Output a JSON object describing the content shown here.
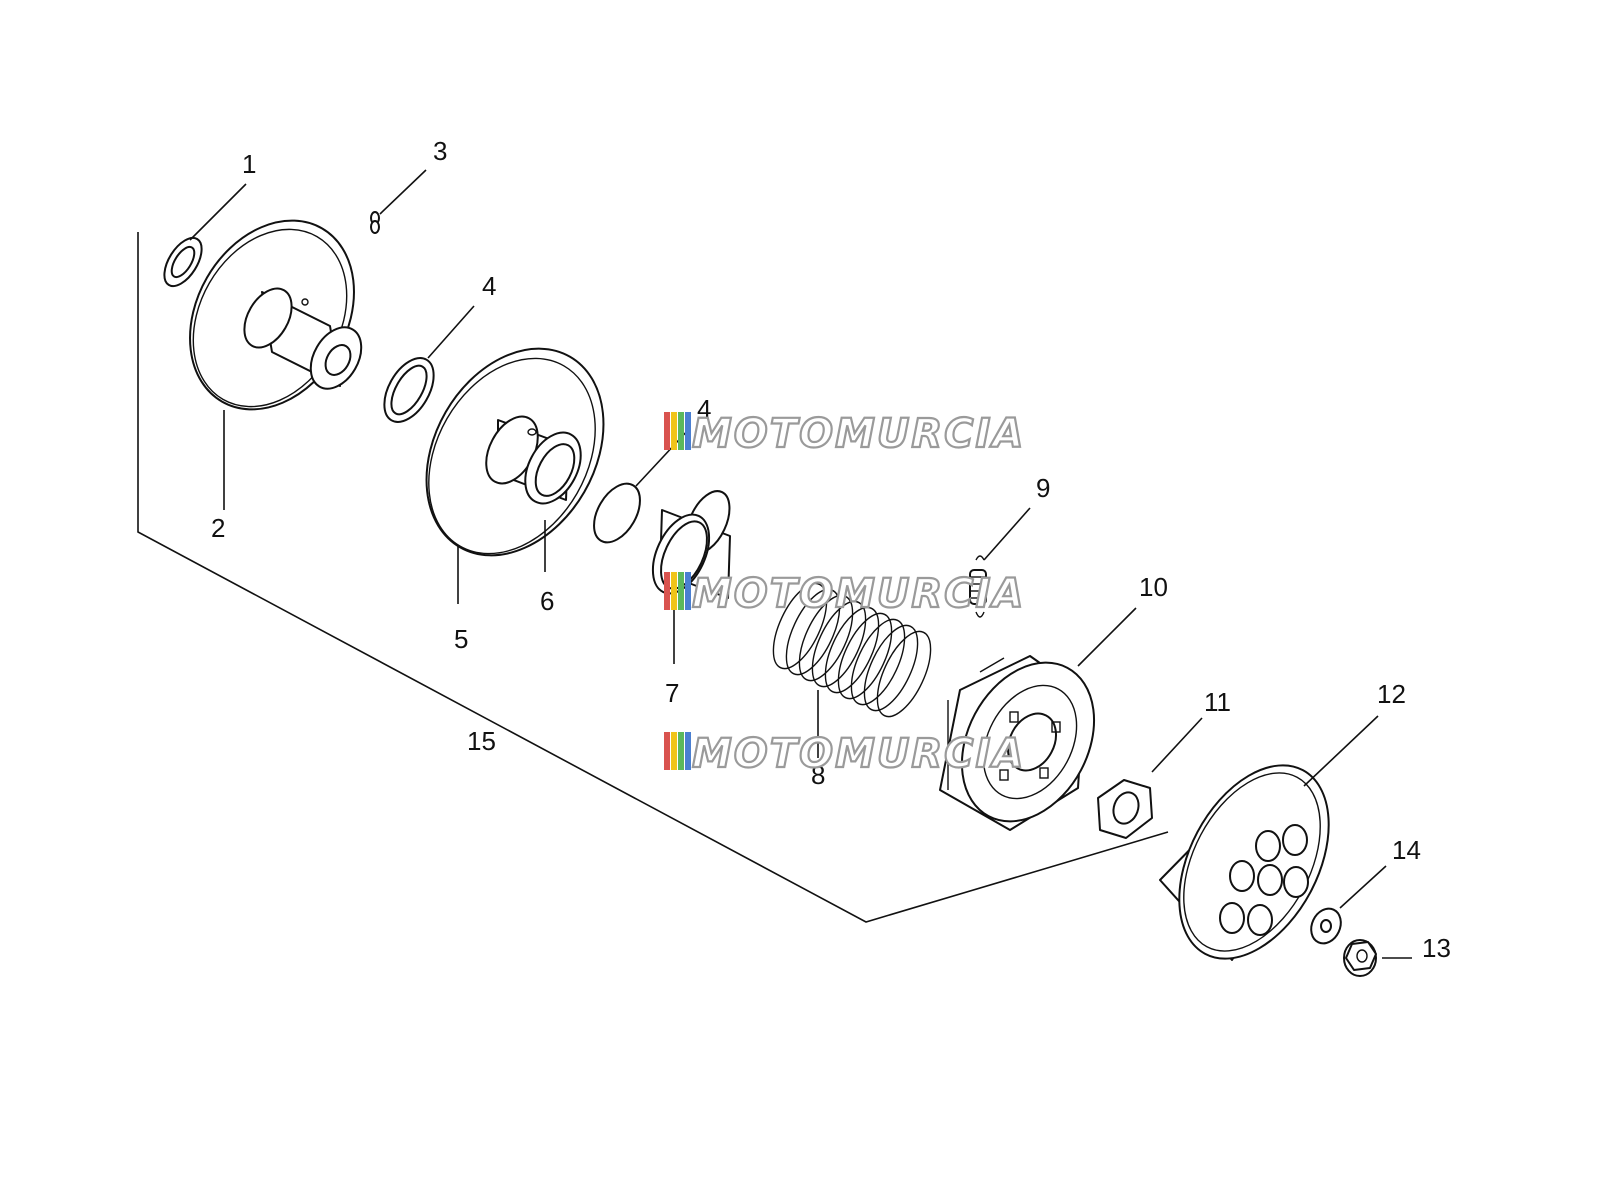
{
  "labels": {
    "p1": "1",
    "p2": "2",
    "p3": "3",
    "p4a": "4",
    "p4b": "4",
    "p5": "5",
    "p6": "6",
    "p7": "7",
    "p8": "8",
    "p9": "9",
    "p10": "10",
    "p11": "11",
    "p12": "12",
    "p13": "13",
    "p14": "14",
    "p15": "15"
  },
  "watermark": {
    "text": "MOTOMURCIA",
    "stripe_colors": [
      "#d9534f",
      "#f0c419",
      "#5cb85c",
      "#4a7fd1"
    ]
  }
}
